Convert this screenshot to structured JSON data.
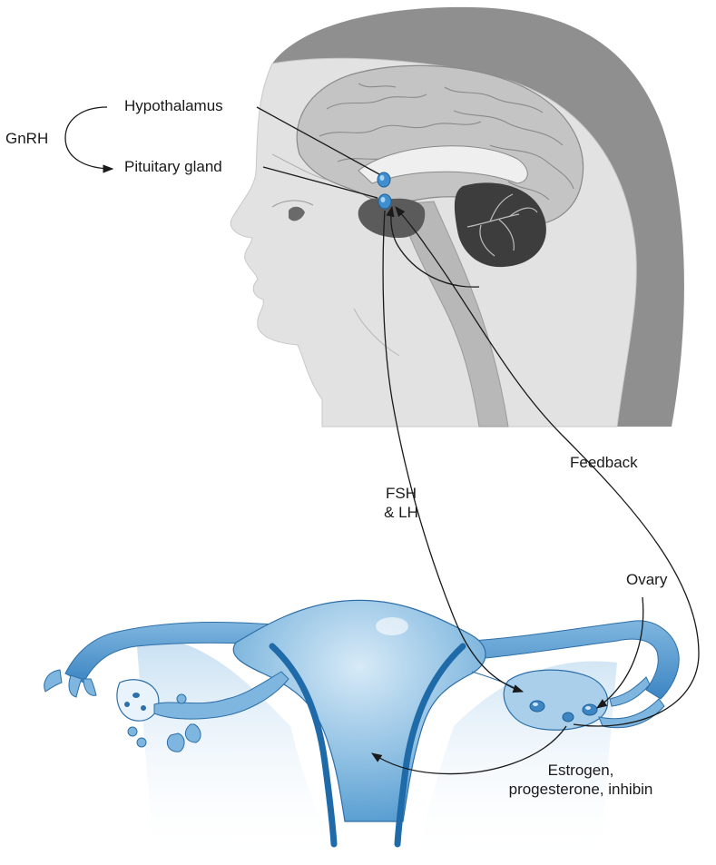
{
  "labels": {
    "gnrh": "GnRH",
    "hypothalamus": "Hypothalamus",
    "pituitary": "Pituitary gland",
    "feedback": "Feedback",
    "fsh_line1": "FSH",
    "fsh_line2": "& LH",
    "ovary": "Ovary",
    "estrogen_line1": "Estrogen,",
    "estrogen_line2": "progesterone, inhibin"
  },
  "colors": {
    "hair": "#8f8f8f",
    "skin": "#e2e2e2",
    "brain": "#c4c4c4",
    "brain_dark": "#5b5b5b",
    "cerebellum": "#3d3d3d",
    "gland_blue": "#3f8fcf",
    "uterus_light": "#bcd9ef",
    "uterus_mid": "#7fb6df",
    "uterus_dark": "#3d86c3",
    "line": "#1a1a1a"
  }
}
